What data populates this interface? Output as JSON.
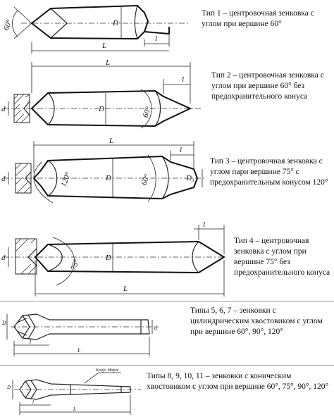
{
  "panels": [
    {
      "caption": "Тип 1 – центровочная зенковка с углом при вершине 60°",
      "labels": {
        "angle": "60°",
        "D": "D",
        "l": "l",
        "L": "L"
      }
    },
    {
      "caption": "Тип 2 – центровочная зенковка с углом при вершине 60° без предохранительного конуса",
      "labels": {
        "L": "L",
        "l": "l",
        "d": "d",
        "D": "D",
        "angle": "60°"
      }
    },
    {
      "caption": "Тип 3 – центровочная зенковка с углом пари вершине 75° с предохранительным конусом 120°",
      "labels": {
        "L": "L",
        "l": "l",
        "d": "d",
        "angle1": "120°",
        "D": "D",
        "angle2": "60°",
        "D1": "D₁"
      }
    },
    {
      "caption": "Тип 4 – центровочная зенковка с углом при вершине 75° без предохранительного конуса",
      "labels": {
        "l": "l",
        "d": "d",
        "angle": "75°",
        "D": "D",
        "L": "L"
      }
    },
    {
      "caption": "Типы 5, 6, 7 – зенковки с цилиндрическим хвостовиком с углом при вершине 60°, 90°, 120°",
      "labels": {
        "D": "D",
        "d": "d",
        "l": "l",
        "L": "L"
      }
    },
    {
      "caption": "Типы 8, 9, 10, 11 – зенковки с коническим хвостовиком с углом при вершине 60°, 75°, 90°, 120°",
      "labels": {
        "D": "D",
        "l": "l",
        "L": "L",
        "morse": "Конус Морзе"
      }
    }
  ]
}
